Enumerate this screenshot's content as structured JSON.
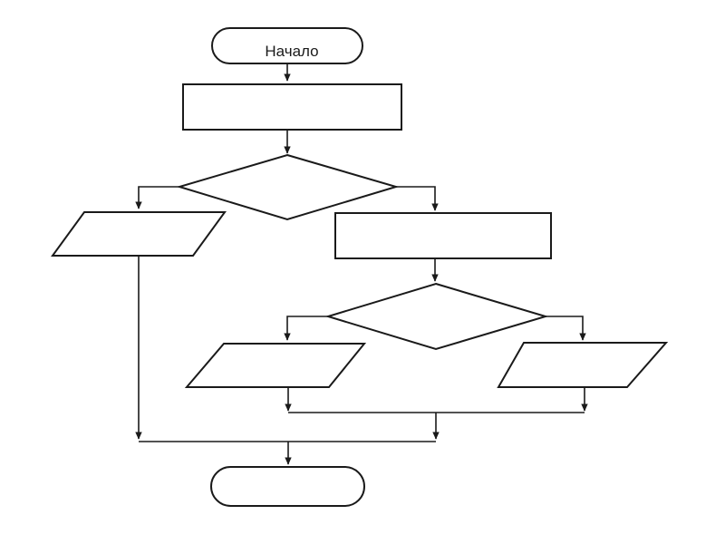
{
  "colors": {
    "background": "#ffffff",
    "line": "#1a1a1a",
    "text": "#1a1a1a"
  },
  "diagram": {
    "type": "flowchart",
    "nodes": {
      "start": {
        "type": "terminator",
        "label": "Начало"
      },
      "process_top": {
        "type": "process",
        "label": ""
      },
      "decision_1": {
        "type": "decision",
        "label": ""
      },
      "io_left": {
        "type": "input-output",
        "label": ""
      },
      "process_right": {
        "type": "process",
        "label": ""
      },
      "decision_2": {
        "type": "decision",
        "label": ""
      },
      "io_middle": {
        "type": "input-output",
        "label": ""
      },
      "io_right": {
        "type": "input-output",
        "label": ""
      },
      "end": {
        "type": "terminator",
        "label": ""
      }
    },
    "edges": [
      {
        "from": "start",
        "to": "process_top"
      },
      {
        "from": "process_top",
        "to": "decision_1"
      },
      {
        "from": "decision_1",
        "to": "io_left",
        "branch": "left"
      },
      {
        "from": "decision_1",
        "to": "process_right",
        "branch": "right"
      },
      {
        "from": "process_right",
        "to": "decision_2"
      },
      {
        "from": "decision_2",
        "to": "io_middle",
        "branch": "left"
      },
      {
        "from": "decision_2",
        "to": "io_right",
        "branch": "right"
      },
      {
        "from": "io_middle",
        "to": "merge_1"
      },
      {
        "from": "io_right",
        "to": "merge_1"
      },
      {
        "from": "merge_1",
        "to": "merge_2"
      },
      {
        "from": "io_left",
        "to": "merge_2"
      },
      {
        "from": "merge_2",
        "to": "end"
      }
    ]
  }
}
